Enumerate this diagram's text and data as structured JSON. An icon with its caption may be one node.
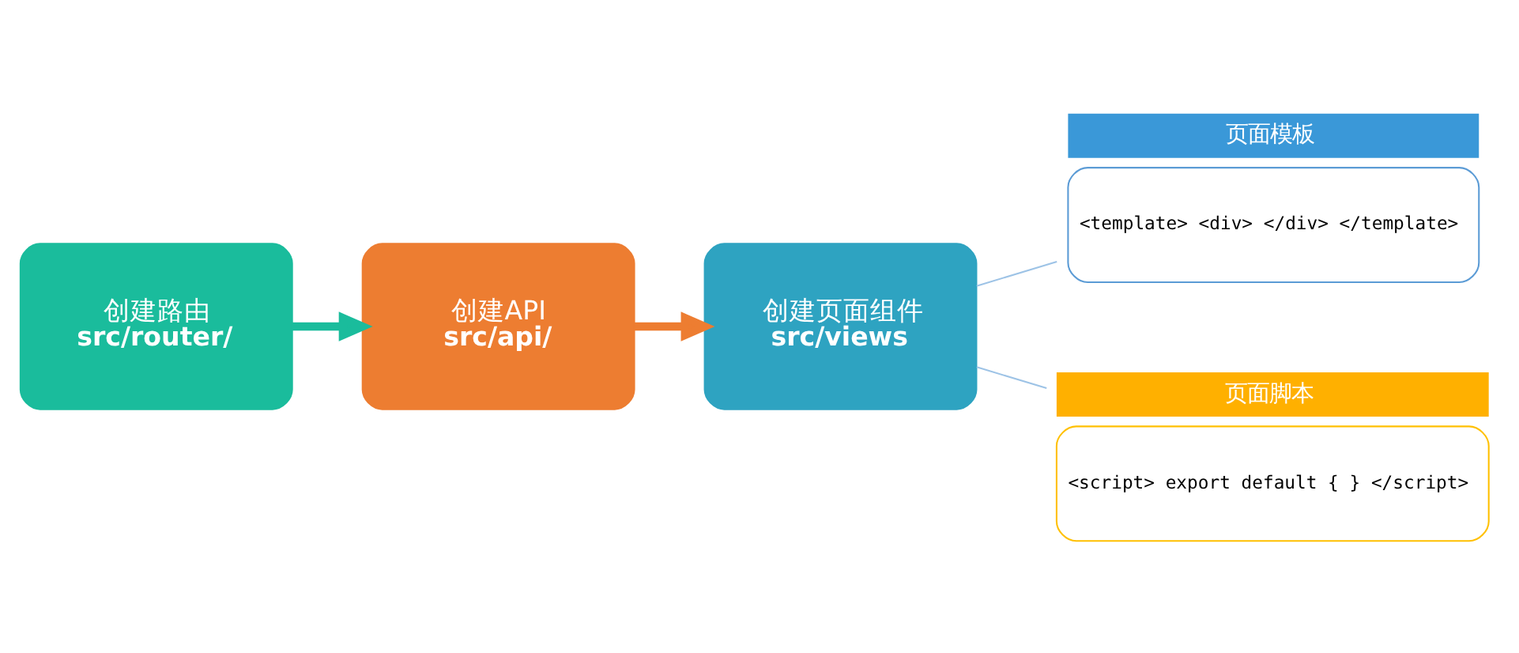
{
  "diagram": {
    "nodes": [
      {
        "text": [
          "创建路由",
          "src/router/"
        ]
      },
      {
        "text": [
          "创建API",
          "src/api/"
        ]
      },
      {
        "text": [
          "创建页面组件",
          "src/views"
        ]
      },
      {
        "text": [
          "页面模板",
          "<template> <div> </div> </template>"
        ]
      },
      {
        "text": [
          "页面脚本",
          "<script> export default { } </script>"
        ]
      }
    ],
    "edges": [
      {
        "from": 0,
        "to": 1,
        "arrow": "to",
        "style": "thick",
        "color": "#1abc9c"
      },
      {
        "from": 1,
        "to": 2,
        "arrow": "to",
        "style": "thick",
        "color": "#ed7d31"
      },
      {
        "from": 2,
        "to": 3,
        "arrow": "none",
        "color": "#9dc3e6"
      },
      {
        "from": 2,
        "to": 4,
        "arrow": "none",
        "color": "#9dc3e6"
      }
    ]
  }
}
